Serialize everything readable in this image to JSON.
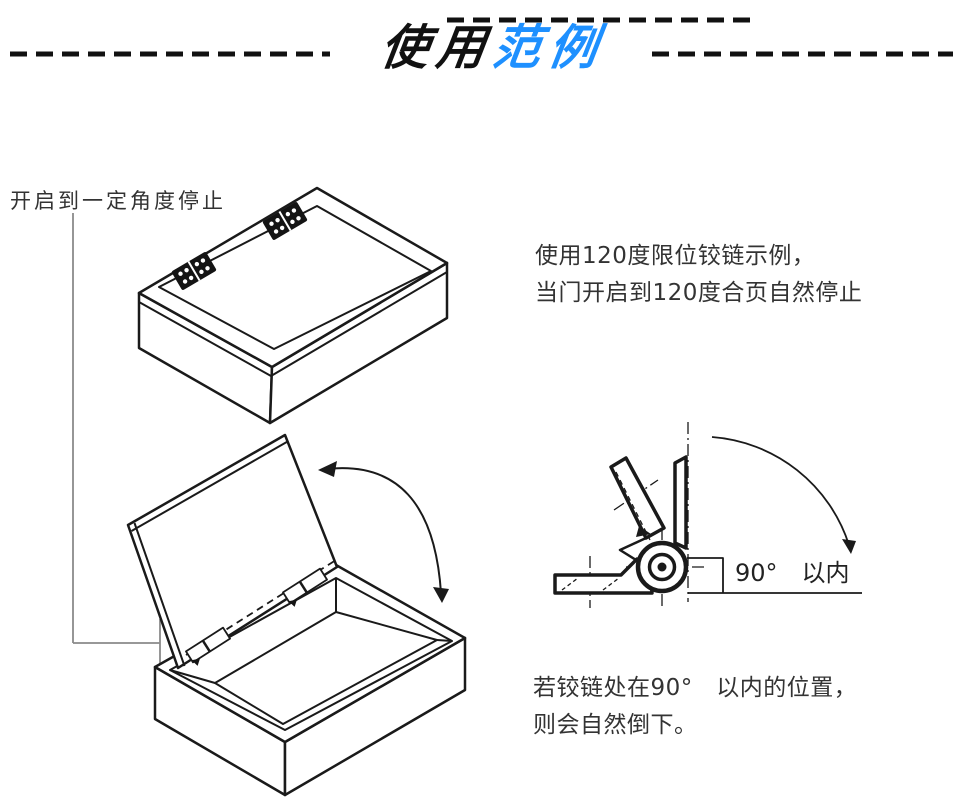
{
  "meta": {
    "background_color": "#ffffff",
    "ink_color": "#1a1a1a",
    "callout_line_color": "#8a8a8a",
    "body_text_color": "#333333",
    "accent_color": "#1e90ff"
  },
  "header": {
    "title_black": "使用",
    "title_blue": "范例"
  },
  "left_figure": {
    "label": "开启到一定角度停止"
  },
  "right_panel": {
    "para1_line1": "使用120度限位铰链示例，",
    "para1_line2": "当门开启到120度合页自然停止",
    "angle_label": "90°　以内",
    "para2_line1": "若铰链处在90°　以内的位置，",
    "para2_line2": "则会自然倒下。"
  }
}
